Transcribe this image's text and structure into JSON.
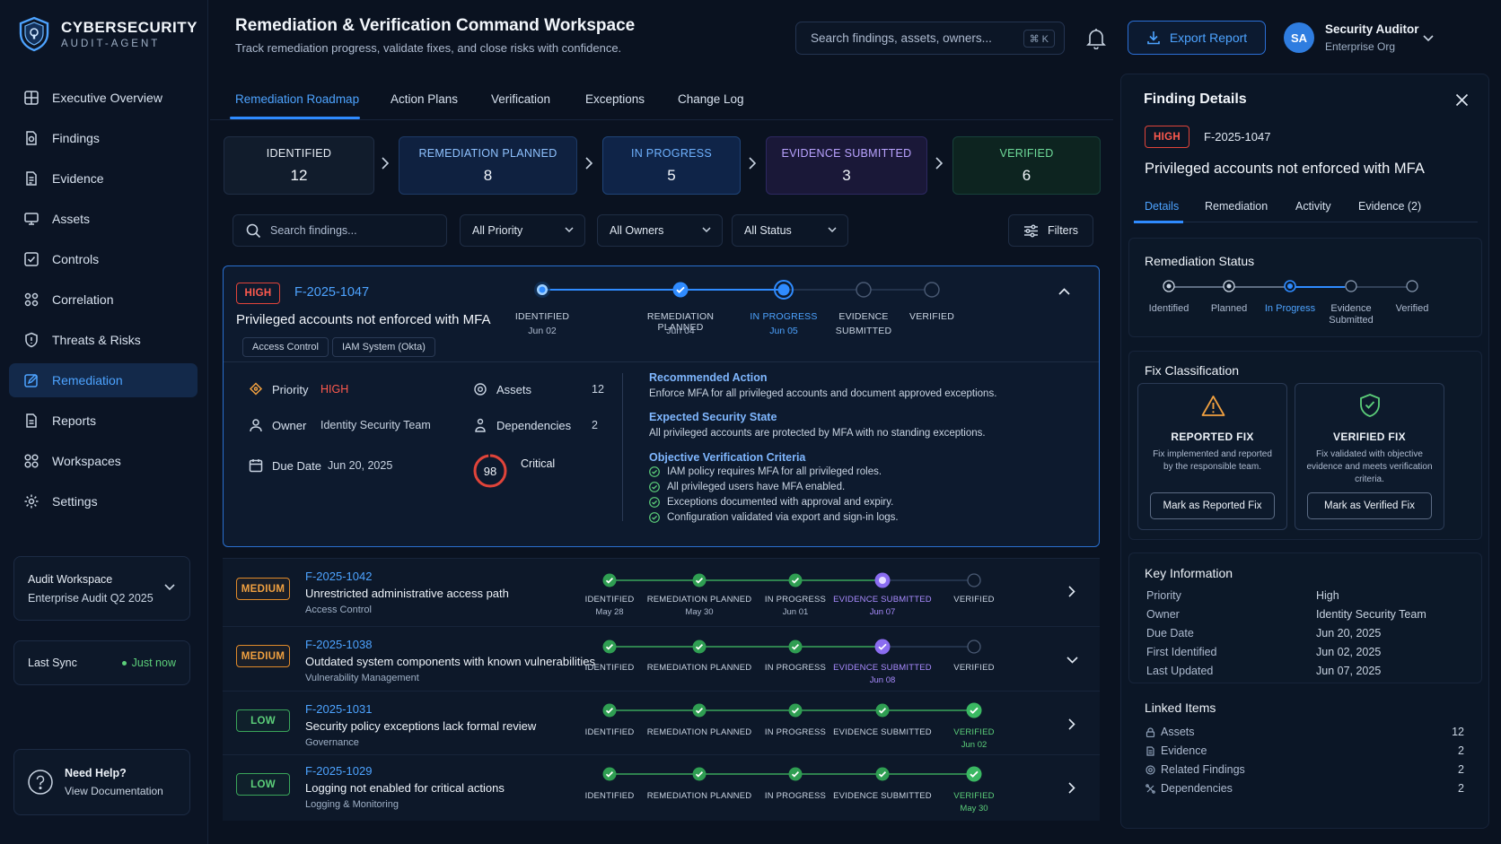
{
  "app": {
    "brand_title": "CYBERSECURITY",
    "brand_subtitle": "AUDIT-AGENT"
  },
  "sidebar": {
    "items": [
      {
        "label": "Executive Overview",
        "icon": "dashboard-icon"
      },
      {
        "label": "Findings",
        "icon": "findings-icon"
      },
      {
        "label": "Evidence",
        "icon": "evidence-icon"
      },
      {
        "label": "Assets",
        "icon": "assets-icon"
      },
      {
        "label": "Controls",
        "icon": "controls-icon"
      },
      {
        "label": "Correlation",
        "icon": "correlation-icon"
      },
      {
        "label": "Threats & Risks",
        "icon": "threats-icon"
      },
      {
        "label": "Remediation",
        "icon": "remediation-icon",
        "active": true
      },
      {
        "label": "Reports",
        "icon": "reports-icon"
      },
      {
        "label": "Workspaces",
        "icon": "workspaces-icon"
      },
      {
        "label": "Settings",
        "icon": "settings-icon"
      }
    ],
    "workspace": {
      "label": "Audit Workspace",
      "value": "Enterprise Audit Q2 2025"
    },
    "sync": {
      "label": "Last Sync",
      "value": "Just now"
    },
    "help": {
      "title": "Need Help?",
      "link": "View Documentation"
    }
  },
  "header": {
    "title": "Remediation & Verification Command Workspace",
    "subtitle": "Track remediation progress, validate fixes, and close risks with confidence.",
    "search_placeholder": "Search findings, assets, owners...",
    "search_shortcut": "⌘ K",
    "export_label": "Export Report",
    "user": {
      "initials": "SA",
      "name": "Security Auditor",
      "org": "Enterprise Org"
    }
  },
  "tabs": [
    "Remediation Roadmap",
    "Action Plans",
    "Verification",
    "Exceptions",
    "Change Log"
  ],
  "stages": [
    {
      "label": "IDENTIFIED",
      "count": "12"
    },
    {
      "label": "REMEDIATION PLANNED",
      "count": "8"
    },
    {
      "label": "IN PROGRESS",
      "count": "5"
    },
    {
      "label": "EVIDENCE SUBMITTED",
      "count": "3"
    },
    {
      "label": "VERIFIED",
      "count": "6"
    }
  ],
  "colors": {
    "identified": "#d7e1ee",
    "planned": "#5fa8ff",
    "in_progress": "#4da3ff",
    "evidence": "#a98bff",
    "verified": "#5ccf7a",
    "high": "#ff5a4e",
    "medium": "#f0a040",
    "low": "#5ccf7a"
  },
  "filters": {
    "search_placeholder": "Search findings...",
    "priority": "All Priority",
    "owners": "All Owners",
    "status": "All Status",
    "filters_label": "Filters"
  },
  "timeline_labels": {
    "identified": "IDENTIFIED",
    "planned": "REMEDIATION PLANNED",
    "in_progress": "IN PROGRESS",
    "evidence": "EVIDENCE SUBMITTED",
    "evidence_line1": "EVIDENCE",
    "evidence_line2": "SUBMITTED",
    "verified": "VERIFIED"
  },
  "expanded": {
    "priority": "HIGH",
    "id": "F-2025-1047",
    "title": "Privileged accounts not enforced with MFA",
    "tags": [
      "Access Control",
      "IAM System (Okta)"
    ],
    "dates": {
      "identified": "Jun 02",
      "planned": "Jun 04",
      "in_progress": "Jun 05"
    },
    "details": {
      "priority_label": "Priority",
      "priority_value": "HIGH",
      "owner_label": "Owner",
      "owner_value": "Identity Security Team",
      "due_label": "Due Date",
      "due_value": "Jun 20, 2025",
      "assets_label": "Assets",
      "assets_value": "12",
      "deps_label": "Dependencies",
      "deps_value": "2",
      "score": "98",
      "score_label": "Critical"
    },
    "recommended": {
      "title": "Recommended Action",
      "text": "Enforce MFA for all privileged accounts and document approved exceptions."
    },
    "expected": {
      "title": "Expected Security State",
      "text": "All privileged accounts are protected by MFA with no standing exceptions."
    },
    "criteria": {
      "title": "Objective Verification Criteria",
      "items": [
        "IAM policy requires MFA for all privileged roles.",
        "All privileged users have MFA enabled.",
        "Exceptions documented with approval and expiry.",
        "Configuration validated via export and sign-in logs."
      ]
    }
  },
  "rows": [
    {
      "priority": "MEDIUM",
      "id": "F-2025-1042",
      "title": "Unrestricted administrative access path",
      "category": "Access Control",
      "d1": "May 28",
      "d2": "May 30",
      "d3": "Jun 01",
      "d4": "Jun 07",
      "d5": ""
    },
    {
      "priority": "MEDIUM",
      "id": "F-2025-1038",
      "title": "Outdated system components with known vulnerabilities",
      "category": "Vulnerability Management",
      "d1": "",
      "d2": "",
      "d3": "",
      "d4": "Jun 08",
      "d5": ""
    },
    {
      "priority": "LOW",
      "id": "F-2025-1031",
      "title": "Security policy exceptions lack formal review",
      "category": "Governance",
      "d1": "",
      "d2": "",
      "d3": "",
      "d4": "",
      "d5": "Jun 02"
    },
    {
      "priority": "LOW",
      "id": "F-2025-1029",
      "title": "Logging not enabled for critical actions",
      "category": "Logging & Monitoring",
      "d1": "",
      "d2": "",
      "d3": "",
      "d4": "",
      "d5": "May 30"
    }
  ],
  "panel": {
    "title": "Finding Details",
    "priority": "HIGH",
    "id": "F-2025-1047",
    "finding_title": "Privileged accounts not enforced with MFA",
    "tabs": [
      "Details",
      "Remediation",
      "Activity",
      "Evidence (2)"
    ],
    "status_title": "Remediation Status",
    "status_steps": [
      "Identified",
      "Planned",
      "In Progress",
      "Evidence Submitted",
      "Verified"
    ],
    "fix_title": "Fix Classification",
    "reported": {
      "title": "REPORTED FIX",
      "desc": "Fix implemented and reported by the responsible team.",
      "button": "Mark as Reported Fix"
    },
    "verified": {
      "title": "VERIFIED FIX",
      "desc": "Fix validated with objective evidence and meets verification criteria.",
      "button": "Mark as Verified Fix"
    },
    "key_title": "Key Information",
    "key": [
      {
        "k": "Priority",
        "v": "High"
      },
      {
        "k": "Owner",
        "v": "Identity Security Team"
      },
      {
        "k": "Due Date",
        "v": "Jun 20, 2025"
      },
      {
        "k": "First Identified",
        "v": "Jun 02, 2025"
      },
      {
        "k": "Last Updated",
        "v": "Jun 07, 2025"
      }
    ],
    "linked_title": "Linked Items",
    "linked": [
      {
        "k": "Assets",
        "v": "12"
      },
      {
        "k": "Evidence",
        "v": "2"
      },
      {
        "k": "Related Findings",
        "v": "2"
      },
      {
        "k": "Dependencies",
        "v": "2"
      }
    ]
  }
}
